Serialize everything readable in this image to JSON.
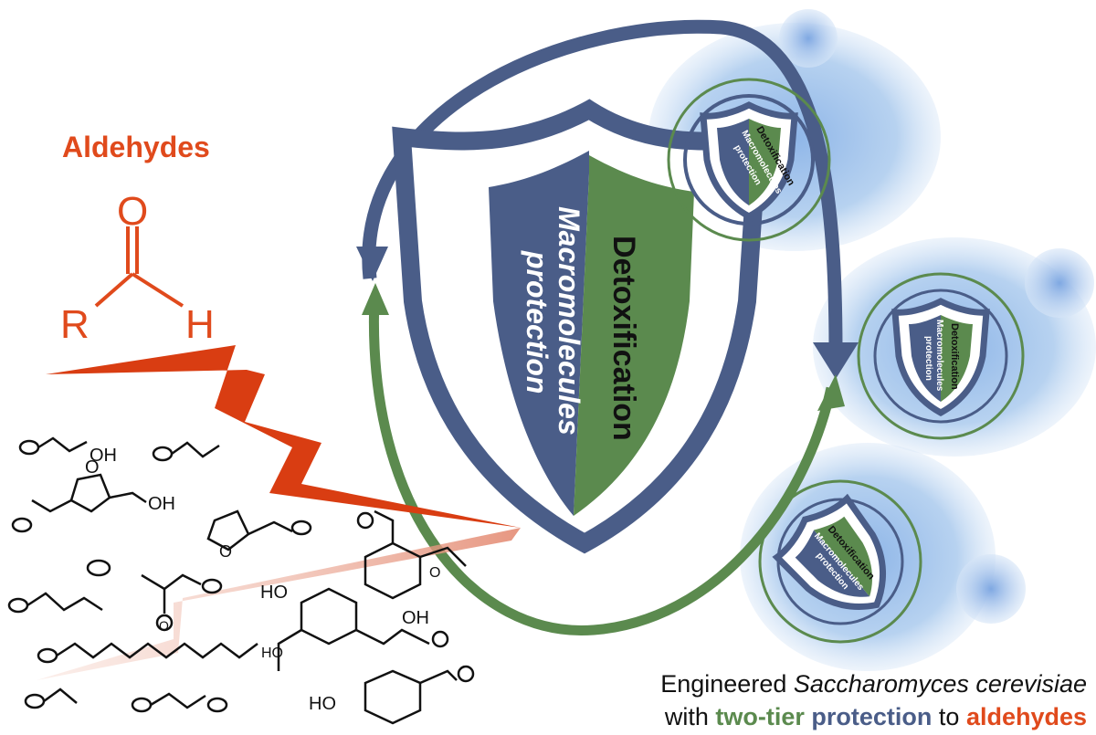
{
  "aldehyde_title": "Aldehydes",
  "structure_atoms": {
    "oxygen": "O",
    "r_group": "R",
    "hydrogen": "H"
  },
  "molecule_labels": {
    "oh_glycolaldehyde": "OH",
    "oh_hmf": "OH",
    "hmf_o": "O",
    "furfural_o": "O",
    "o_ring_tl": "O",
    "o_syring_1": "HO",
    "o_syring_2": "OH",
    "o_coniferyl_1": "HO",
    "hydroxybenz_ho": "HO",
    "methylglyoxal_o": "O"
  },
  "shield": {
    "detox_label": "Detoxification",
    "macro_label": "Macromolecules\nprotection",
    "macro_line1": "Macromolecules",
    "macro_line2": "protection"
  },
  "colors": {
    "aldehyde_orange": "#e04a1c",
    "blue_tier": "#4a5d88",
    "green_tier": "#5b8a4e",
    "cell_blue": "#a9c8ec"
  },
  "caption": {
    "line1_prefix": "Engineered ",
    "organism": "Saccharomyces cerevisiae",
    "line2_prefix": "with ",
    "two_tier": "two-tier",
    "protection": "protection",
    "to_word": " to ",
    "aldehydes": "aldehydes"
  }
}
